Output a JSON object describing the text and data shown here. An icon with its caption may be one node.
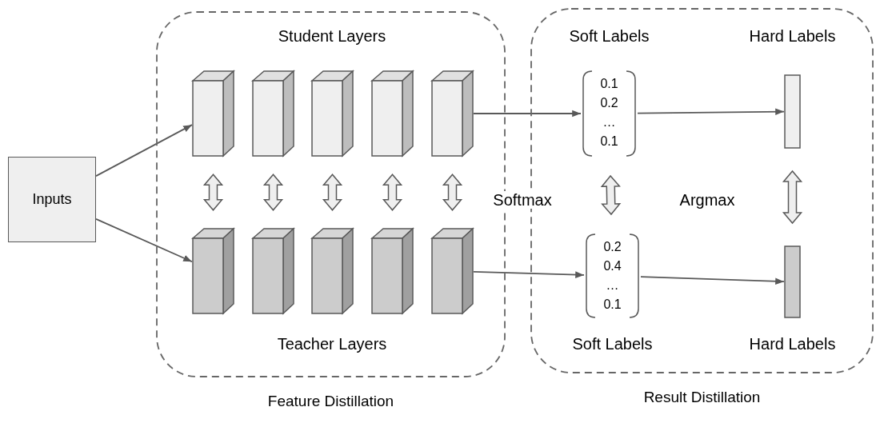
{
  "diagram": {
    "nodes": [
      {
        "text": [
          "Inputs"
        ]
      },
      {
        "text": [
          "Feature Distillation"
        ]
      },
      {
        "text": [
          "Result Distillation"
        ]
      },
      {
        "text": [],
        "shape": "box",
        "in": 1
      },
      {
        "text": [],
        "shape": "box",
        "in": 1
      },
      {
        "text": [],
        "shape": "box",
        "in": 1
      },
      {
        "text": [],
        "shape": "box",
        "in": 1
      },
      {
        "text": [],
        "shape": "box",
        "in": 1
      },
      {
        "text": [],
        "shape": "box",
        "in": 1
      },
      {
        "text": [],
        "shape": "box",
        "in": 1
      },
      {
        "text": [],
        "shape": "box",
        "in": 1
      },
      {
        "text": [],
        "shape": "box",
        "in": 1
      },
      {
        "text": [],
        "shape": "box",
        "in": 1
      },
      {
        "text": [
          "0.1 0.2 … 0.1"
        ],
        "in": 2,
        "beside": [
          "Soft Labels"
        ]
      },
      {
        "text": [],
        "shape": "bar",
        "in": 2,
        "beside": [
          "Hard Labels"
        ]
      },
      {
        "text": [
          "0.2 0.4 … 0.1"
        ],
        "in": 2,
        "beside": [
          "Soft Labels"
        ]
      },
      {
        "text": [],
        "shape": "bar",
        "in": 2,
        "beside": [
          "Hard Labels"
        ]
      }
    ],
    "edges": [
      {
        "from": 0,
        "to": 3,
        "arrow": "to"
      },
      {
        "from": 0,
        "to": 8,
        "arrow": "to"
      },
      {
        "from": 3,
        "to": 8,
        "arrow": "both",
        "style": "thick"
      },
      {
        "from": 4,
        "to": 9,
        "arrow": "both",
        "style": "thick"
      },
      {
        "from": 5,
        "to": 10,
        "arrow": "both",
        "style": "thick"
      },
      {
        "from": 6,
        "to": 11,
        "arrow": "both",
        "style": "thick"
      },
      {
        "from": 7,
        "to": 12,
        "arrow": "both",
        "style": "thick"
      },
      {
        "from": 7,
        "to": 13,
        "arrow": "to"
      },
      {
        "from": 12,
        "to": 15,
        "arrow": "to"
      },
      {
        "from": 13,
        "to": 14,
        "arrow": "to"
      },
      {
        "from": 15,
        "to": 16,
        "arrow": "to"
      },
      {
        "from": 13,
        "to": 15,
        "arrow": "both",
        "style": "thick"
      },
      {
        "from": 14,
        "to": 16,
        "arrow": "both",
        "style": "thick"
      }
    ],
    "labels": [
      "Student Layers",
      "Teacher Layers",
      "Softmax",
      "Argmax"
    ]
  }
}
